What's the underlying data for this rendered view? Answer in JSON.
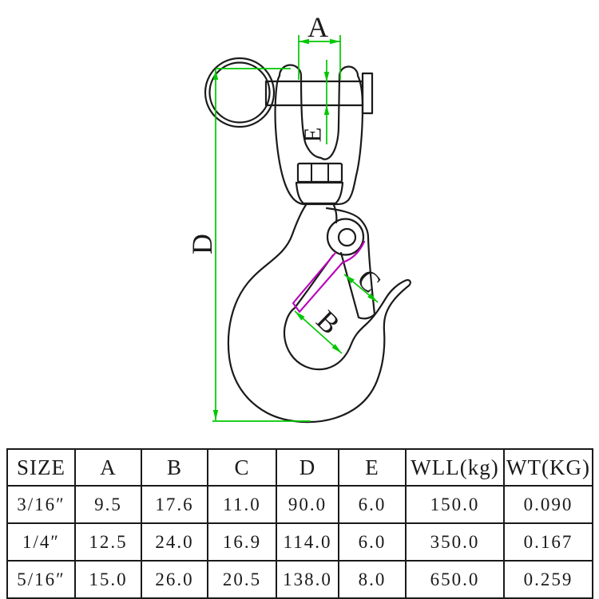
{
  "drawing": {
    "title": "swivel-eye-hook-with-latch-technical-drawing",
    "dim_labels": {
      "a": "A",
      "b": "B",
      "c": "C",
      "d": "D",
      "e": "E"
    },
    "colors": {
      "dimension_green": "#00c800",
      "latch_alt_magenta": "#bb00bb",
      "outline_black": "#1a1a1a",
      "background": "#ffffff"
    }
  },
  "table": {
    "headers": [
      "SIZE",
      "A",
      "B",
      "C",
      "D",
      "E",
      "WLL(kg)",
      "WT(KG)"
    ],
    "rows": [
      [
        "3/16″",
        "9.5",
        "17.6",
        "11.0",
        "90.0",
        "6.0",
        "150.0",
        "0.090"
      ],
      [
        "1/4″",
        "12.5",
        "24.0",
        "16.9",
        "114.0",
        "6.0",
        "350.0",
        "0.167"
      ],
      [
        "5/16″",
        "15.0",
        "26.0",
        "20.5",
        "138.0",
        "8.0",
        "650.0",
        "0.259"
      ]
    ]
  }
}
